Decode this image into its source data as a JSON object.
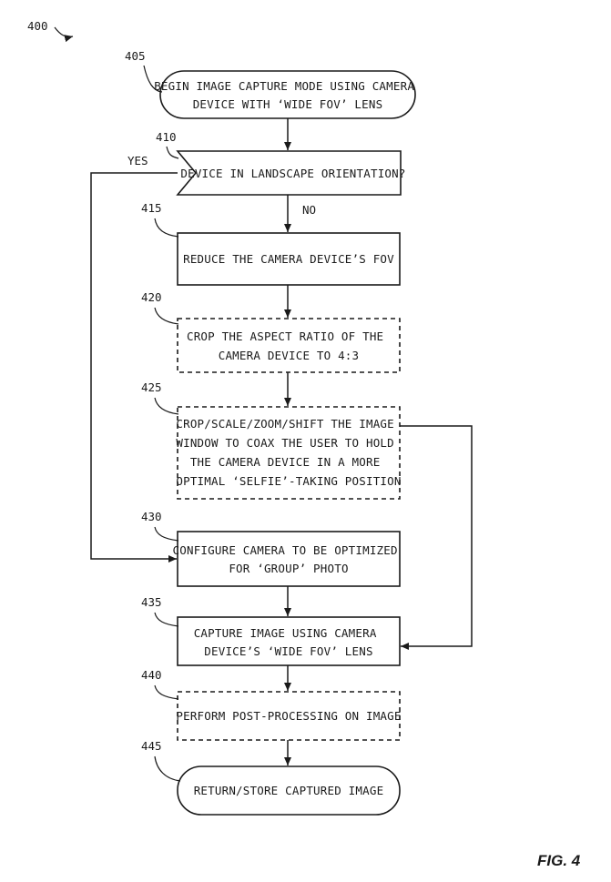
{
  "figure": {
    "number_label": "400",
    "caption": "FIG. 4"
  },
  "nodes": [
    {
      "ref": "405",
      "lines": [
        "BEGIN IMAGE CAPTURE MODE USING CAMERA",
        "DEVICE WITH ‘WIDE FOV’ LENS"
      ],
      "shape": "terminal"
    },
    {
      "ref": "410",
      "lines": [
        "DEVICE IN LANDSCAPE ORIENTATION?"
      ],
      "shape": "decision"
    },
    {
      "ref": "415",
      "lines": [
        "REDUCE THE CAMERA DEVICE’S FOV"
      ],
      "shape": "process"
    },
    {
      "ref": "420",
      "lines": [
        "CROP THE ASPECT RATIO OF THE",
        "CAMERA DEVICE TO 4:3"
      ],
      "shape": "optional-process"
    },
    {
      "ref": "425",
      "lines": [
        "CROP/SCALE/ZOOM/SHIFT THE IMAGE",
        "WINDOW TO COAX THE USER TO HOLD",
        "THE CAMERA DEVICE IN A MORE",
        "OPTIMAL ‘SELFIE’-TAKING POSITION"
      ],
      "shape": "optional-process"
    },
    {
      "ref": "430",
      "lines": [
        "CONFIGURE CAMERA TO BE OPTIMIZED",
        "FOR ‘GROUP’ PHOTO"
      ],
      "shape": "process"
    },
    {
      "ref": "435",
      "lines": [
        "CAPTURE IMAGE USING CAMERA",
        "DEVICE’S ‘WIDE FOV’ LENS"
      ],
      "shape": "process"
    },
    {
      "ref": "440",
      "lines": [
        "PERFORM POST-PROCESSING ON IMAGE"
      ],
      "shape": "optional-process"
    },
    {
      "ref": "445",
      "lines": [
        "RETURN/STORE CAPTURED IMAGE"
      ],
      "shape": "terminal"
    }
  ],
  "edges": [
    {
      "from": "405",
      "to": "410",
      "label": ""
    },
    {
      "from": "410",
      "to": "415",
      "label": "NO"
    },
    {
      "from": "410",
      "to": "430",
      "label": "YES"
    },
    {
      "from": "415",
      "to": "420",
      "label": ""
    },
    {
      "from": "420",
      "to": "425",
      "label": ""
    },
    {
      "from": "425",
      "to": "435",
      "label": ""
    },
    {
      "from": "430",
      "to": "435",
      "label": ""
    },
    {
      "from": "435",
      "to": "440",
      "label": ""
    },
    {
      "from": "440",
      "to": "445",
      "label": ""
    }
  ]
}
